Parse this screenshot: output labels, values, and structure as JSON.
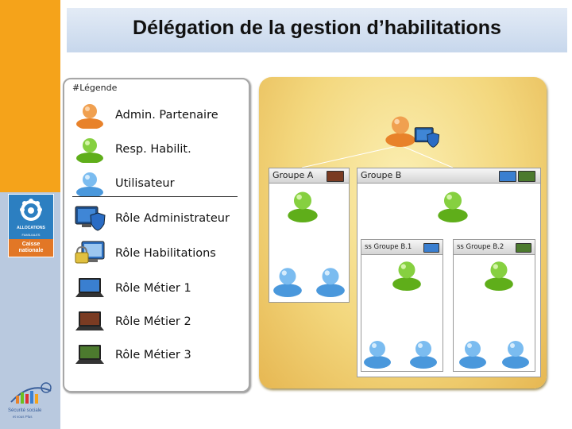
{
  "title": "Délégation de la gestion d’habilitations",
  "branding": {
    "caf_line1": "ALLOCATIONS",
    "caf_line2": "FAMILIALES",
    "caf_sub1": "Caisse",
    "caf_sub2": "nationale",
    "secu_line1": "Sécurité sociale",
    "secu_line2": "et vous Plus"
  },
  "legend": {
    "title": "#Légende",
    "people": [
      {
        "label": "Admin. Partenaire",
        "icon": "admin-partenaire-icon",
        "color": "#e8822a"
      },
      {
        "label": "Resp. Habilit.",
        "icon": "resp-habilit-icon",
        "color": "#6cc020"
      },
      {
        "label": "Utilisateur",
        "icon": "utilisateur-icon",
        "color": "#5aa6e6"
      }
    ],
    "roles": [
      {
        "label": "Rôle Administrateur",
        "icon": "shield-monitor-icon"
      },
      {
        "label": "Rôle Habilitations",
        "icon": "lock-monitor-icon"
      },
      {
        "label": "Rôle Métier 1",
        "icon": "laptop-blue-icon",
        "color": "#3a7fd0"
      },
      {
        "label": "Rôle Métier 2",
        "icon": "laptop-brown-icon",
        "color": "#7a3b22"
      },
      {
        "label": "Rôle Métier 3",
        "icon": "laptop-green-icon",
        "color": "#4c7a2e"
      }
    ]
  },
  "org": {
    "groups": [
      {
        "name": "Groupe A",
        "roles": [
          "laptop-brown-icon"
        ]
      },
      {
        "name": "Groupe B",
        "roles": [
          "laptop-blue-icon",
          "laptop-green-icon"
        ]
      }
    ],
    "subgroups": [
      {
        "name": "ss Groupe B.1",
        "roles": [
          "laptop-blue-icon"
        ]
      },
      {
        "name": "ss Groupe B.2",
        "roles": [
          "laptop-green-icon"
        ]
      }
    ]
  },
  "colors": {
    "orange_person": "#e8822a",
    "green_person": "#6cc020",
    "blue_person": "#5aa6e6",
    "brand_orange": "#f5a31a",
    "brand_blue": "#b9c9df"
  }
}
